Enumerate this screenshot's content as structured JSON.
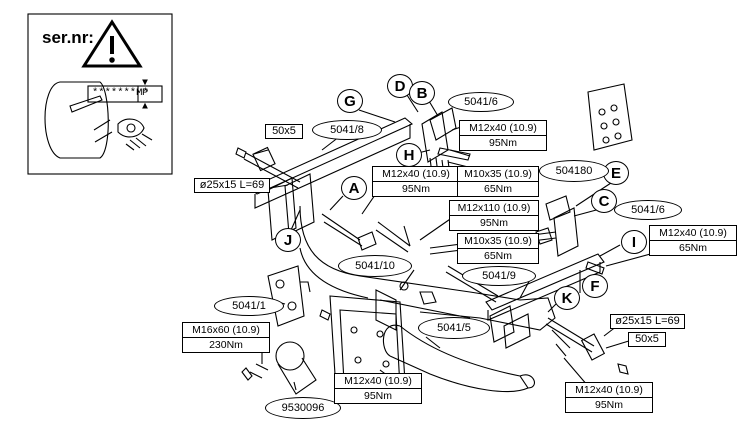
{
  "warning_panel": {
    "title": "ser.nr:",
    "plate_text": "*******M*",
    "plate_p": "P"
  },
  "letters": [
    "A",
    "B",
    "C",
    "D",
    "E",
    "F",
    "G",
    "H",
    "I",
    "J",
    "K"
  ],
  "part_numbers": {
    "p5041_6_top": "5041/6",
    "p5041_8": "5041/8",
    "p504180": "504180",
    "p5041_6_right": "5041/6",
    "p5041_10": "5041/10",
    "p5041_9": "5041/9",
    "p5041_1": "5041/1",
    "p5041_5": "5041/5",
    "p9530096": "9530096"
  },
  "dimension_labels": {
    "d50x5_left": "50x5",
    "d25x15_left": "ø25x15 L=69",
    "d25x15_right": "ø25x15 L=69",
    "d50x5_right": "50x5"
  },
  "specs": {
    "s_top_right": [
      "M12x40 (10.9)",
      "95Nm"
    ],
    "s_mid_left": [
      "M12x40 (10.9)",
      "95Nm"
    ],
    "s_m10_top": [
      "M10x35 (10.9)",
      "65Nm"
    ],
    "s_m12x110": [
      "M12x110 (10.9)",
      "95Nm"
    ],
    "s_m10_mid": [
      "M10x35 (10.9)",
      "65Nm"
    ],
    "s_right_65": [
      "M12x40 (10.9)",
      "65Nm"
    ],
    "s_m16": [
      "M16x60 (10.9)",
      "230Nm"
    ],
    "s_bottom_mid": [
      "M12x40 (10.9)",
      "95Nm"
    ],
    "s_bottom_right": [
      "M12x40 (10.9)",
      "95Nm"
    ]
  }
}
